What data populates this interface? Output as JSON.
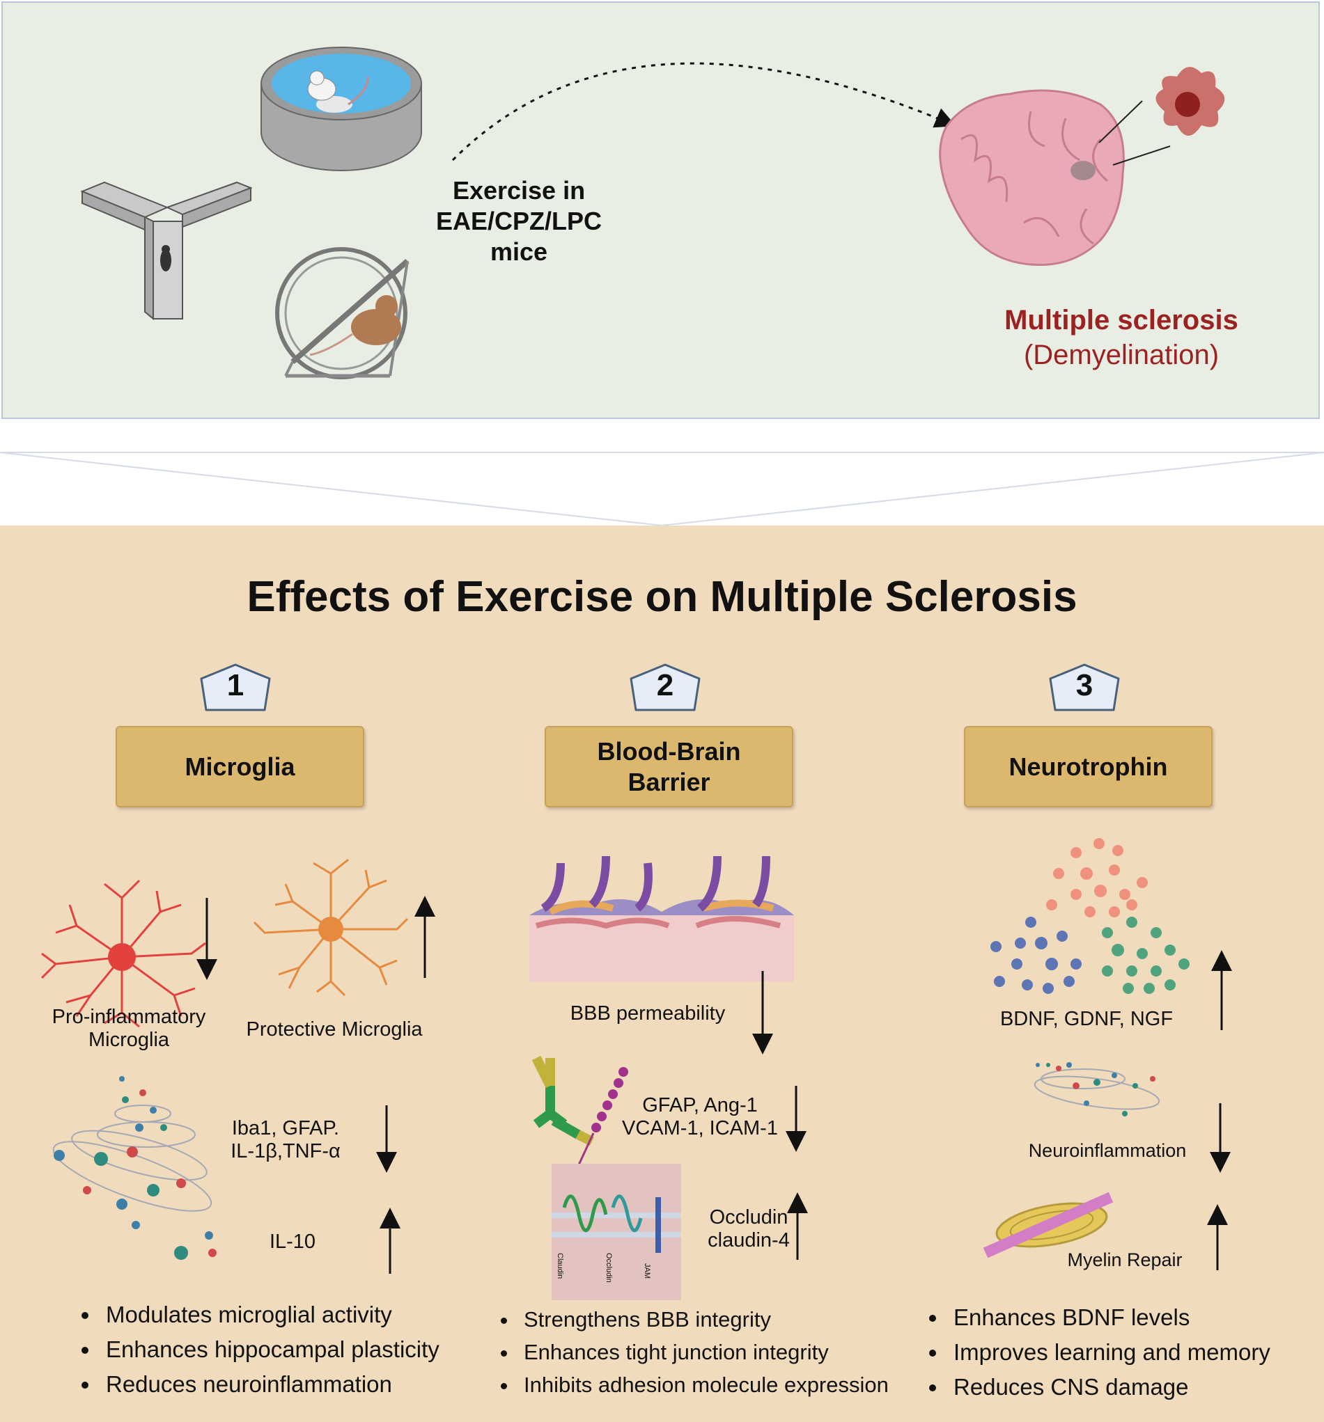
{
  "top": {
    "exercise_label_lines": [
      "Exercise in",
      "EAE/CPZ/LPC",
      "mice"
    ],
    "ms_title": "Multiple sclerosis",
    "ms_subtitle": "(Demyelination)"
  },
  "main_title": "Effects of Exercise on Multiple Sclerosis",
  "columns": [
    {
      "number": "1",
      "category_lines": [
        "Microglia"
      ],
      "labels": {
        "pro_inflammatory": [
          "Pro-inflammatory",
          "Microglia"
        ],
        "protective": "Protective Microglia",
        "markers_down": [
          "Iba1, GFAP.",
          "IL-1β,TNF-α"
        ],
        "markers_up": "IL-10"
      },
      "bullets": [
        "Modulates microglial activity",
        "Enhances hippocampal plasticity",
        "Reduces neuroinflammation"
      ]
    },
    {
      "number": "2",
      "category_lines": [
        "Blood-Brain",
        "Barrier"
      ],
      "labels": {
        "permeability": "BBB permeability",
        "adhesion": [
          "GFAP, Ang-1",
          "VCAM-1, ICAM-1"
        ],
        "tight_junction": [
          "Occludin",
          "claudin-4"
        ],
        "protein_labels": [
          "Claudin",
          "Occludin",
          "JAM"
        ]
      },
      "bullets": [
        "Strengthens BBB integrity",
        "Enhances tight junction integrity",
        "Inhibits adhesion molecule expression"
      ]
    },
    {
      "number": "3",
      "category_lines": [
        "Neurotrophin"
      ],
      "labels": {
        "neurotrophins": "BDNF, GDNF,  NGF",
        "neuroinflammation": "Neuroinflammation",
        "myelin": "Myelin Repair"
      },
      "bullets": [
        "Enhances BDNF levels",
        "Improves learning and memory",
        "Reduces CNS damage"
      ]
    }
  ],
  "colors": {
    "top_panel_bg": "#e9eee4",
    "bottom_panel_bg": "#f0dbbd",
    "category_box": "#dcb86f",
    "ms_red": "#9c2222",
    "number_badge": "#e6edf8"
  },
  "icons": [
    "y-maze-icon",
    "water-maze-icon",
    "running-wheel-icon",
    "brain-lesion-icon",
    "lesion-cell-icon",
    "microglia-icon",
    "cytokine-cloud-icon",
    "bbb-vessel-icon",
    "antibody-icon",
    "tight-junction-icon",
    "neurotrophin-dots-icon",
    "myelin-sheath-icon",
    "arrow-up-icon",
    "arrow-down-icon"
  ]
}
